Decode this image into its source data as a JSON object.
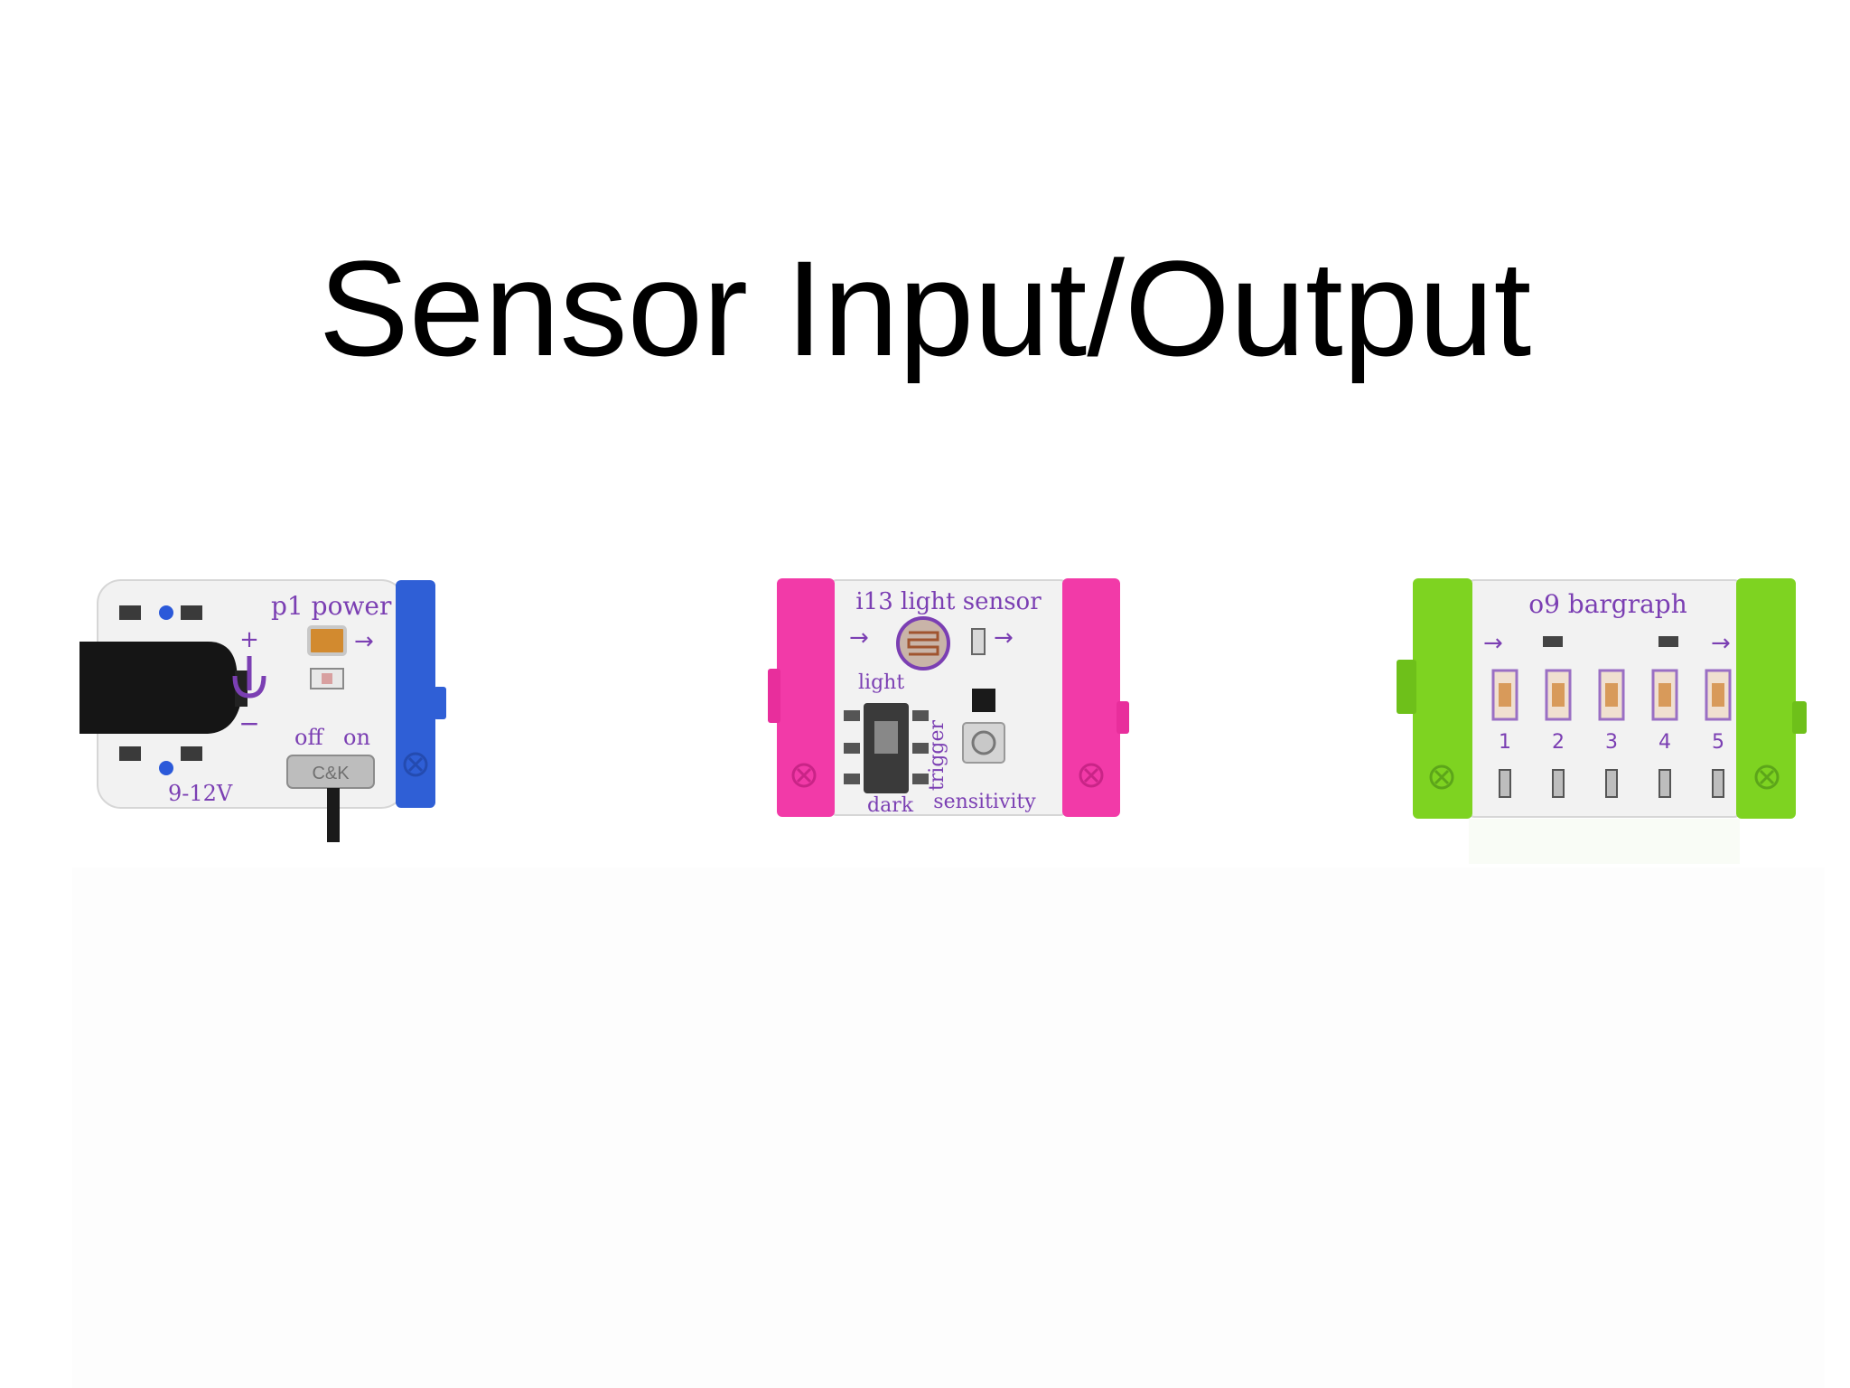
{
  "slide": {
    "title": "Sensor Input/Output"
  },
  "modules": {
    "power": {
      "label": "p1 power",
      "voltage": "9-12V",
      "switch_off": "off",
      "switch_on": "on",
      "switch_brand": "C&K",
      "plus": "+",
      "minus": "−",
      "arrow": "→",
      "color": "#2f5fd6"
    },
    "light_sensor": {
      "label": "i13 light sensor",
      "light": "light",
      "dark": "dark",
      "trigger": "trigger",
      "sensitivity": "sensitivity",
      "arrow_in": "→",
      "arrow_out": "→",
      "color": "#f23aa8"
    },
    "bargraph": {
      "label": "o9 bargraph",
      "arrow_in": "→",
      "arrow_out": "→",
      "leds": [
        "1",
        "2",
        "3",
        "4",
        "5"
      ],
      "color": "#7ed321"
    }
  }
}
